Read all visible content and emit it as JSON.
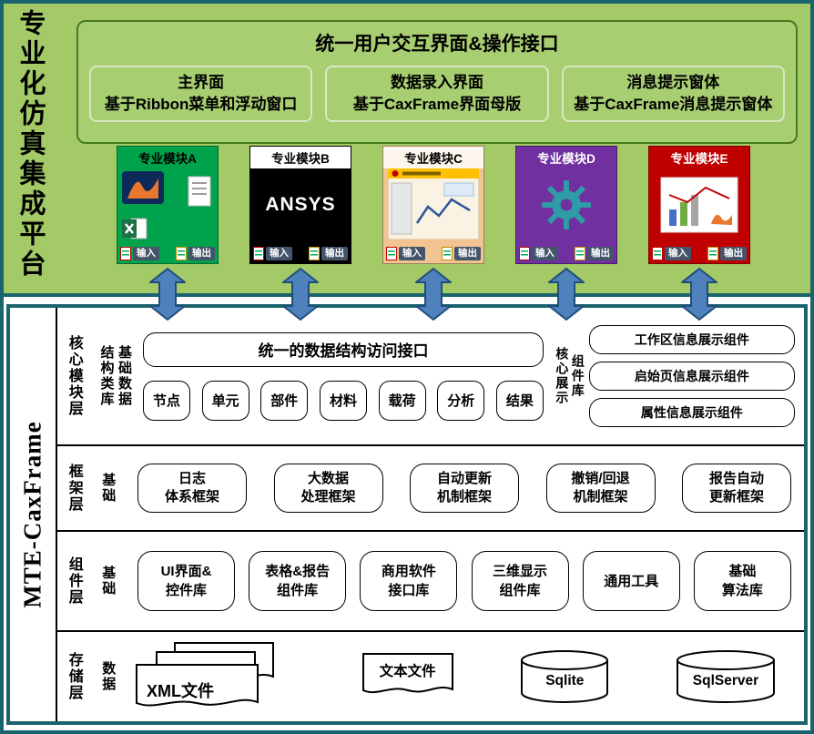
{
  "platform_title": "专业化仿真集成平台",
  "framework_title": "MTE-CaxFrame",
  "colors": {
    "border_teal": "#1A646F",
    "background_green": "#A3CA67",
    "arrow_blue": "#4F81BD",
    "arrow_outline": "#1F4E79"
  },
  "top": {
    "title": "统一用户交互界面&操作接口",
    "interface_boxes": [
      {
        "line1": "主界面",
        "line2": "基于Ribbon菜单和浮动窗口"
      },
      {
        "line1": "数据录入界面",
        "line2": "基于CaxFrame界面母版"
      },
      {
        "line1": "消息提示窗体",
        "line2": "基于CaxFrame消息提示窗体"
      }
    ],
    "io": {
      "input": "输入",
      "output": "输出"
    },
    "modules": [
      {
        "label": "专业模块A",
        "bg": "#00A24B",
        "label_color": "#000000",
        "label_bg": "transparent"
      },
      {
        "label": "专业模块B",
        "bg": "#000000",
        "label_color": "#000000",
        "label_bg": "#FFFFFF",
        "brand": "ANSYS"
      },
      {
        "label": "专业模块C",
        "bg": "#F2C491",
        "label_color": "#000000",
        "label_bg": "#FDF6EC"
      },
      {
        "label": "专业模块D",
        "bg": "#7030A0",
        "label_color": "#FFFFFF",
        "label_bg": "transparent"
      },
      {
        "label": "专业模块E",
        "bg": "#C00000",
        "label_color": "#FFFFFF",
        "label_bg": "transparent"
      }
    ]
  },
  "layers": {
    "core": {
      "outer_label": "核心模块层",
      "sub_labels": [
        "结构类库",
        "基础数据"
      ],
      "interface_box": "统一的数据结构访问接口",
      "items": [
        "节点",
        "单元",
        "部件",
        "材料",
        "载荷",
        "分析",
        "结果"
      ],
      "right_group": {
        "labels": [
          "核心展示",
          "组件库"
        ],
        "boxes": [
          "工作区信息展示组件",
          "启始页信息展示组件",
          "属性信息展示组件"
        ]
      }
    },
    "framework": {
      "outer_label": "框架层",
      "sub_label": "基础",
      "boxes": [
        [
          "日志",
          "体系框架"
        ],
        [
          "大数据",
          "处理框架"
        ],
        [
          "自动更新",
          "机制框架"
        ],
        [
          "撤销/回退",
          "机制框架"
        ],
        [
          "报告自动",
          "更新框架"
        ]
      ]
    },
    "component": {
      "outer_label": "组件层",
      "sub_label": "基础",
      "boxes": [
        [
          "UI界面&",
          "控件库"
        ],
        [
          "表格&报告",
          "组件库"
        ],
        [
          "商用软件",
          "接口库"
        ],
        [
          "三维显示",
          "组件库"
        ],
        [
          "通用工具",
          ""
        ],
        [
          "基础",
          "算法库"
        ]
      ]
    },
    "storage": {
      "outer_label": "存储层",
      "sub_label": "数据",
      "items": [
        {
          "label": "XML文件",
          "shape": "documents"
        },
        {
          "label": "文本文件",
          "shape": "document"
        },
        {
          "label": "Sqlite",
          "shape": "cylinder"
        },
        {
          "label": "SqlServer",
          "shape": "cylinder"
        }
      ]
    }
  }
}
